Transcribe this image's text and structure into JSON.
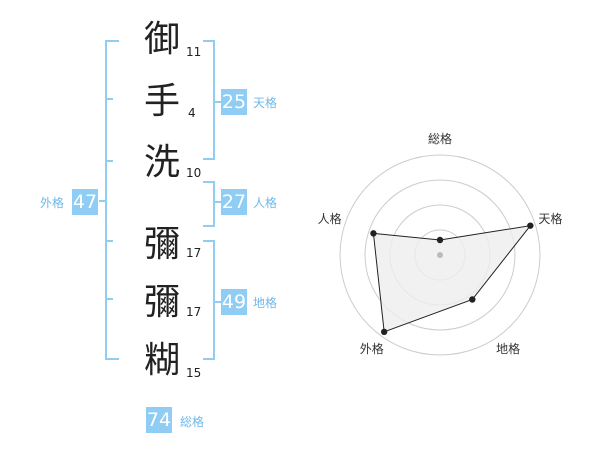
{
  "characters": [
    {
      "char": "御",
      "strokes": "11"
    },
    {
      "char": "手",
      "strokes": "4"
    },
    {
      "char": "洗",
      "strokes": "10"
    },
    {
      "char": "彌",
      "strokes": "17"
    },
    {
      "char": "彌",
      "strokes": "17"
    },
    {
      "char": "糊",
      "strokes": "15"
    }
  ],
  "grades": {
    "tenkaku": {
      "label": "天格",
      "value": "25"
    },
    "jinkaku": {
      "label": "人格",
      "value": "27"
    },
    "chikaku": {
      "label": "地格",
      "value": "49"
    },
    "gaikaku": {
      "label": "外格",
      "value": "47"
    },
    "soukaku": {
      "label": "総格",
      "value": "74"
    }
  },
  "colors": {
    "accent": "#8fcdf5",
    "accent_text": "#6fb8ea",
    "polygon_fill": "#eeeeee"
  },
  "chart_data": {
    "type": "radar",
    "axes": [
      "総格",
      "天格",
      "地格",
      "外格",
      "人格"
    ],
    "values": [
      0.15,
      0.95,
      0.55,
      0.95,
      0.7
    ],
    "rings": 4,
    "grid": true
  }
}
